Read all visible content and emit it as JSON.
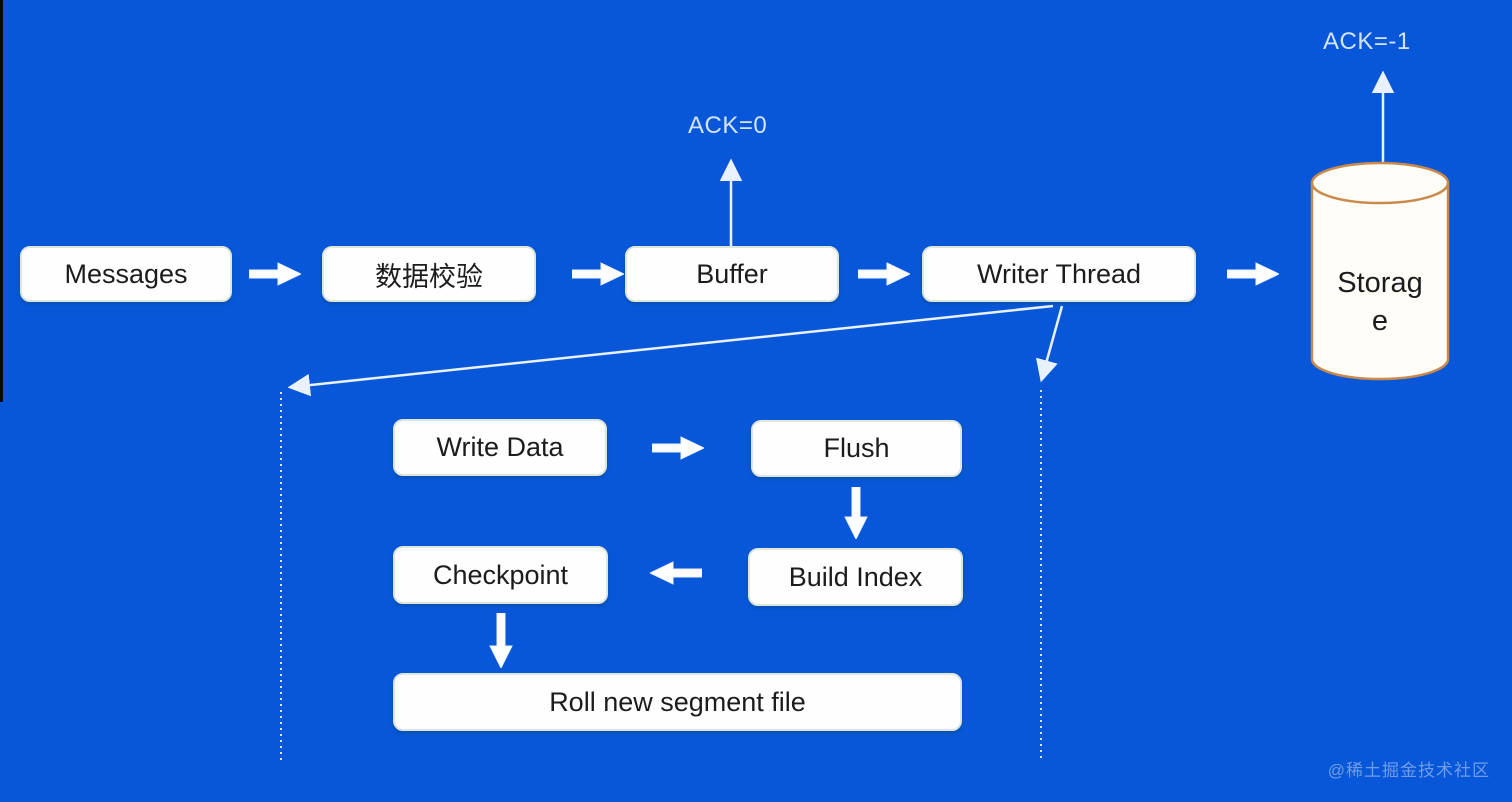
{
  "diagram": {
    "type": "flow-diagram",
    "background_color": "#0857D8",
    "colors": {
      "node_fill": "#FDFEFD",
      "node_border": "#DCE6DC",
      "node_text": "#1C1C1E",
      "block_arrow": "#FFFFFF",
      "thin_line": "#E8F1FC",
      "ack_text": "#D3E3F8",
      "cylinder_stroke": "#C98A4C",
      "cylinder_fill": "#FFFDF7"
    },
    "nodes": {
      "messages": "Messages",
      "validation": "数据校验",
      "buffer": "Buffer",
      "writer_thread": "Writer Thread",
      "storage": "Storage",
      "write_data": "Write Data",
      "flush": "Flush",
      "checkpoint": "Checkpoint",
      "build_index": "Build Index",
      "roll_segment": "Roll new segment file"
    },
    "labels": {
      "ack0": "ACK=0",
      "ack_neg1": "ACK=-1"
    },
    "edges": [
      "Messages -> 数据校验",
      "数据校验 -> Buffer",
      "Buffer -> Writer Thread",
      "Writer Thread -> Storage",
      "Buffer -> ACK=0",
      "Storage -> ACK=-1",
      "Writer Thread expands to sub-flow (dashed bracket)",
      "Write Data -> Flush",
      "Flush -> Build Index",
      "Build Index -> Checkpoint",
      "Checkpoint -> Roll new segment file"
    ],
    "watermark": "@稀土掘金技术社区"
  }
}
